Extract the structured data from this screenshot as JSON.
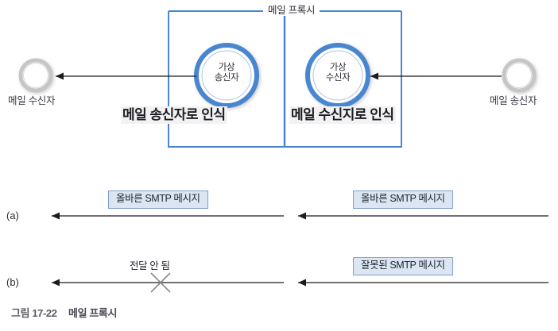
{
  "figure": {
    "caption_number": "그림 17-22",
    "caption_title": "메일 프록시"
  },
  "proxy": {
    "title": "메일 프록시",
    "border_color": "#4a86d0",
    "divider_color": "#4a86d0",
    "left_zone_label": "메일 송신자로 인식",
    "right_zone_label": "메일 수신지로 인식",
    "left_node": {
      "line1": "가상",
      "line2": "송신자",
      "ring_color": "#4a86d0"
    },
    "right_node": {
      "line1": "가상",
      "line2": "수신자",
      "ring_color": "#4a86d0"
    }
  },
  "endpoints": {
    "left": {
      "label": "메일 수신자",
      "ring_color": "#bdbdbd"
    },
    "right": {
      "label": "메일 송신자",
      "ring_color": "#bdbdbd"
    }
  },
  "flows": [
    {
      "tag": "(a)",
      "right_segment_label": "올바른 SMTP 메시지",
      "left_segment_label": "올바른 SMTP 메시지",
      "delivered": true
    },
    {
      "tag": "(b)",
      "right_segment_label": "잘못된 SMTP 메시지",
      "left_segment_label": "",
      "drop_note": "전달 안 됨",
      "delivered": false
    }
  ],
  "colors": {
    "message_box_fill": "#dce6f3",
    "message_box_border": "#7f9fd0",
    "arrow": "#1c1c1c",
    "zone_label_bg": "#f2f2f2"
  }
}
